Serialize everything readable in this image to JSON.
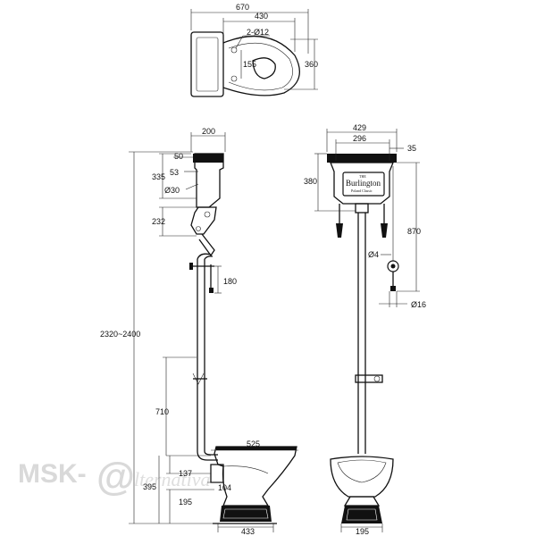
{
  "dimensions": {
    "top_width_total": "670",
    "top_width_bowl": "430",
    "top_holes": "2-Ø12",
    "top_depth": "360",
    "top_hole_spacing": "155",
    "cistern_depth": "200",
    "cistern_height": "335",
    "cistern_top_offset": "50",
    "cistern_outlet_offset": "53",
    "outlet_diameter": "Ø30",
    "bracket_height": "232",
    "handle_length": "180",
    "total_height": "2320~2400",
    "bend_height": "710",
    "pan_width": "525",
    "outlet_height": "137",
    "pan_height": "395",
    "outlet_depth": "104",
    "floor_outlet": "195",
    "base_depth": "433",
    "front_width_total": "429",
    "front_width_inner": "296",
    "front_side": "35",
    "front_cistern_height": "380",
    "chain_length": "870",
    "chain_diameter": "Ø4",
    "handle_diameter": "Ø16",
    "front_base_width": "195"
  },
  "brand": {
    "small": "THE",
    "name": "Burlington",
    "tagline": "Poland Classic"
  },
  "watermark": {
    "prefix": "MSK-",
    "at": "@",
    "suffix": "lternativa"
  }
}
